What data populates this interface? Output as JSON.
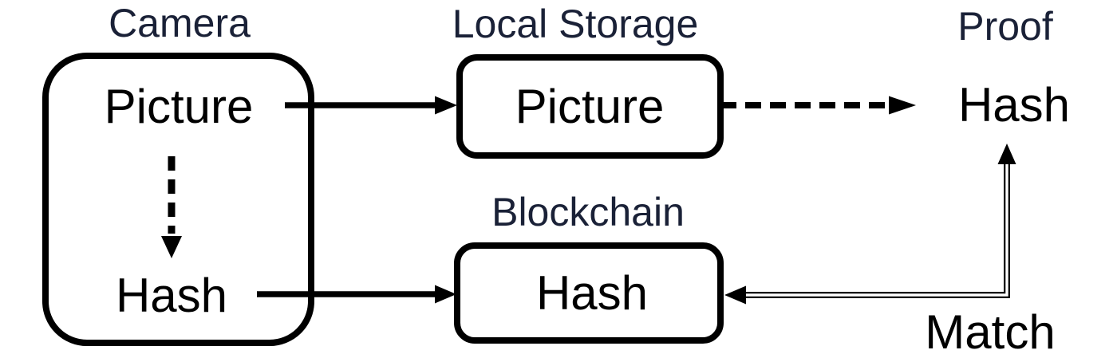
{
  "colors": {
    "background": "#ffffff",
    "section_label": "#1a2137",
    "node_text": "#000000",
    "line": "#000000"
  },
  "labels": {
    "camera": "Camera",
    "local_storage": "Local Storage",
    "blockchain": "Blockchain",
    "proof": "Proof",
    "match": "Match"
  },
  "nodes": {
    "camera_picture": "Picture",
    "camera_hash": "Hash",
    "local_storage_picture": "Picture",
    "blockchain_hash": "Hash",
    "proof_hash": "Hash"
  },
  "edges": [
    {
      "from": "camera_picture",
      "to": "local_storage_picture",
      "style": "solid-arrow"
    },
    {
      "from": "camera_picture",
      "to": "camera_hash",
      "style": "dashed-arrow"
    },
    {
      "from": "camera_hash",
      "to": "blockchain_hash",
      "style": "solid-arrow"
    },
    {
      "from": "local_storage_picture",
      "to": "proof_hash",
      "style": "dashed-arrow"
    },
    {
      "from": "blockchain_hash",
      "to": "proof_hash",
      "style": "double-line-arrow",
      "label": "Match",
      "bidirectional": true
    }
  ]
}
